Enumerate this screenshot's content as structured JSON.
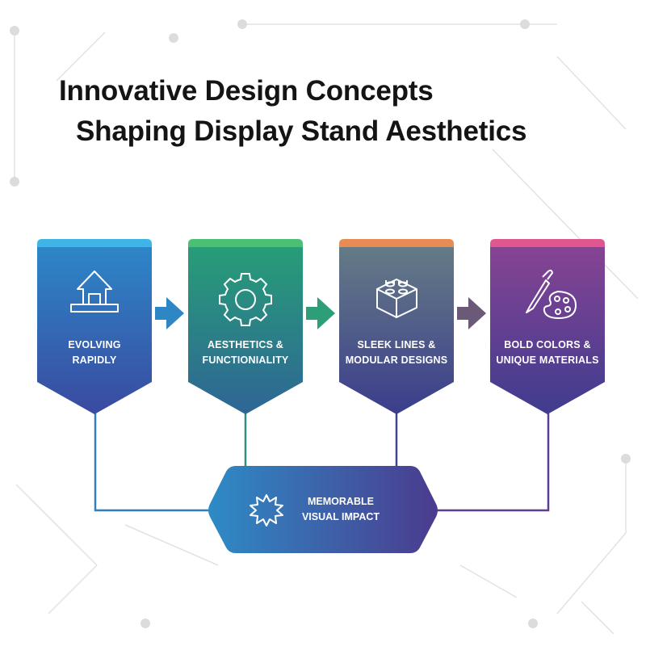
{
  "title": {
    "line1": "Innovative Design Concepts",
    "line2": "Shaping Display Stand Aesthetics"
  },
  "stages": [
    {
      "line1": "EVOLVING",
      "line2": "RAPIDLY",
      "icon": "upload-arrow-icon",
      "accent": "#3fb4e6"
    },
    {
      "line1": "AESTHETICS &",
      "line2": "FUNCTIONIALITY",
      "icon": "gear-icon",
      "accent": "#4cbf73"
    },
    {
      "line1": "SLEEK LINES &",
      "line2": "MODULAR DESIGNS",
      "icon": "block-icon",
      "accent": "#e98b55"
    },
    {
      "line1": "BOLD COLORS &",
      "line2": "UNIQUE MATERIALS",
      "icon": "palette-icon",
      "accent": "#e0568f"
    }
  ],
  "result": {
    "line1": "MEMORABLE",
    "line2": "VISUAL IMPACT",
    "icon": "starburst-icon"
  },
  "colors": {
    "blue": "#2f7fc1",
    "green": "#2e9e78",
    "purple": "#5b3f8e",
    "violet": "#7a3f9a",
    "title": "#141414"
  }
}
